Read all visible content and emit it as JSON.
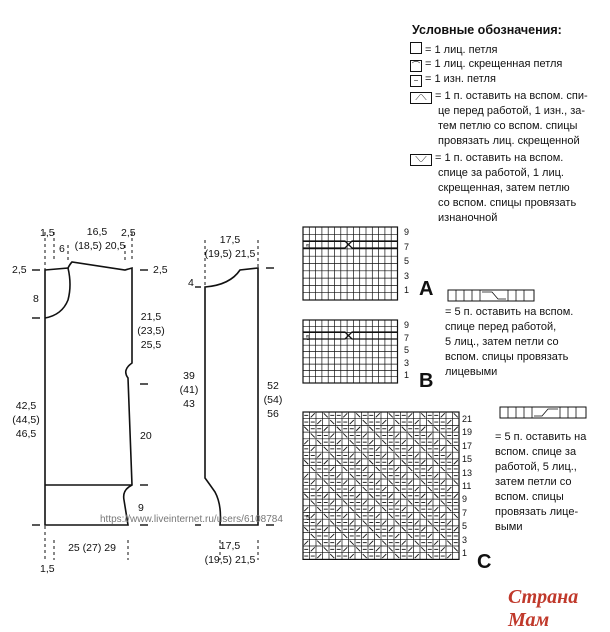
{
  "legend": {
    "title": "Условные обозначения:",
    "items": [
      {
        "symbol": "",
        "lines": [
          "= 1 лиц. петля"
        ]
      },
      {
        "symbol": "⌒",
        "lines": [
          "= 1 лиц. скрещенная петля"
        ]
      },
      {
        "symbol": "−",
        "lines": [
          "= 1 изн. петля"
        ]
      },
      {
        "symbol": "⟋⟍",
        "lines": [
          "= 1 п. оставить на вспом. спи-",
          "це перед работой, 1 изн., за-",
          "тем петлю со вспом. спицы",
          "провязать лиц. скрещенной"
        ]
      },
      {
        "symbol": "⟍⟋",
        "lines": [
          "= 1 п. оставить на вспом.",
          "спице за работой, 1 лиц.",
          "скрещенная, затем петлю",
          "со вспом. спицы провязать",
          "изнаночной"
        ]
      }
    ],
    "cable_front": [
      "= 5 п. оставить на вспом.",
      "спице перед работой,",
      "5 лиц., затем петли со",
      "вспом. спицы провязать",
      "лицевыми"
    ],
    "cable_back": [
      "= 5 п. оставить на",
      "вспом. спице за",
      "работой, 5 лиц.,",
      "затем петли со",
      "вспом. спицы",
      "провязать лице-",
      "выми"
    ]
  },
  "back_pattern": {
    "top_left": "1,5",
    "top_6": "6",
    "top_width": "16,5",
    "top_width_sizes": "(18,5) 20,5",
    "top_right": "2,5",
    "shoulder_left": "2,5",
    "shoulder_right": "2,5",
    "neck_depth": "8",
    "armhole_1": "21,5",
    "armhole_2": "(23,5)",
    "armhole_3": "25,5",
    "length_1": "42,5",
    "length_2": "(44,5)",
    "length_3": "46,5",
    "side": "20",
    "hem": "9",
    "bottom_width": "25 (27) 29",
    "bottom_left": "1,5"
  },
  "sleeve_pattern": {
    "top_1": "17,5",
    "top_2": "(19,5) 21,5",
    "cap": "4",
    "length_1": "39",
    "length_2": "(41)",
    "length_3": "43",
    "full_1": "52",
    "full_2": "(54)",
    "full_3": "56",
    "bottom_1": "17,5",
    "bottom_2": "(19,5) 21,5"
  },
  "charts": {
    "A": {
      "label": "A",
      "rows": [
        "9",
        "7",
        "5",
        "3",
        "1"
      ],
      "mark": "5"
    },
    "B": {
      "label": "B",
      "rows": [
        "9",
        "7",
        "5",
        "3",
        "1"
      ],
      "mark": "5"
    },
    "C": {
      "label": "C",
      "rows": [
        "21",
        "19",
        "17",
        "15",
        "13",
        "11",
        "9",
        "7",
        "5",
        "3",
        "1"
      ],
      "mark": "5"
    }
  },
  "url": "https://www.liveinternet.ru/users/6108784",
  "watermark": "Страна Мам",
  "colors": {
    "ink": "#111111",
    "watermark": "#c0392b"
  }
}
